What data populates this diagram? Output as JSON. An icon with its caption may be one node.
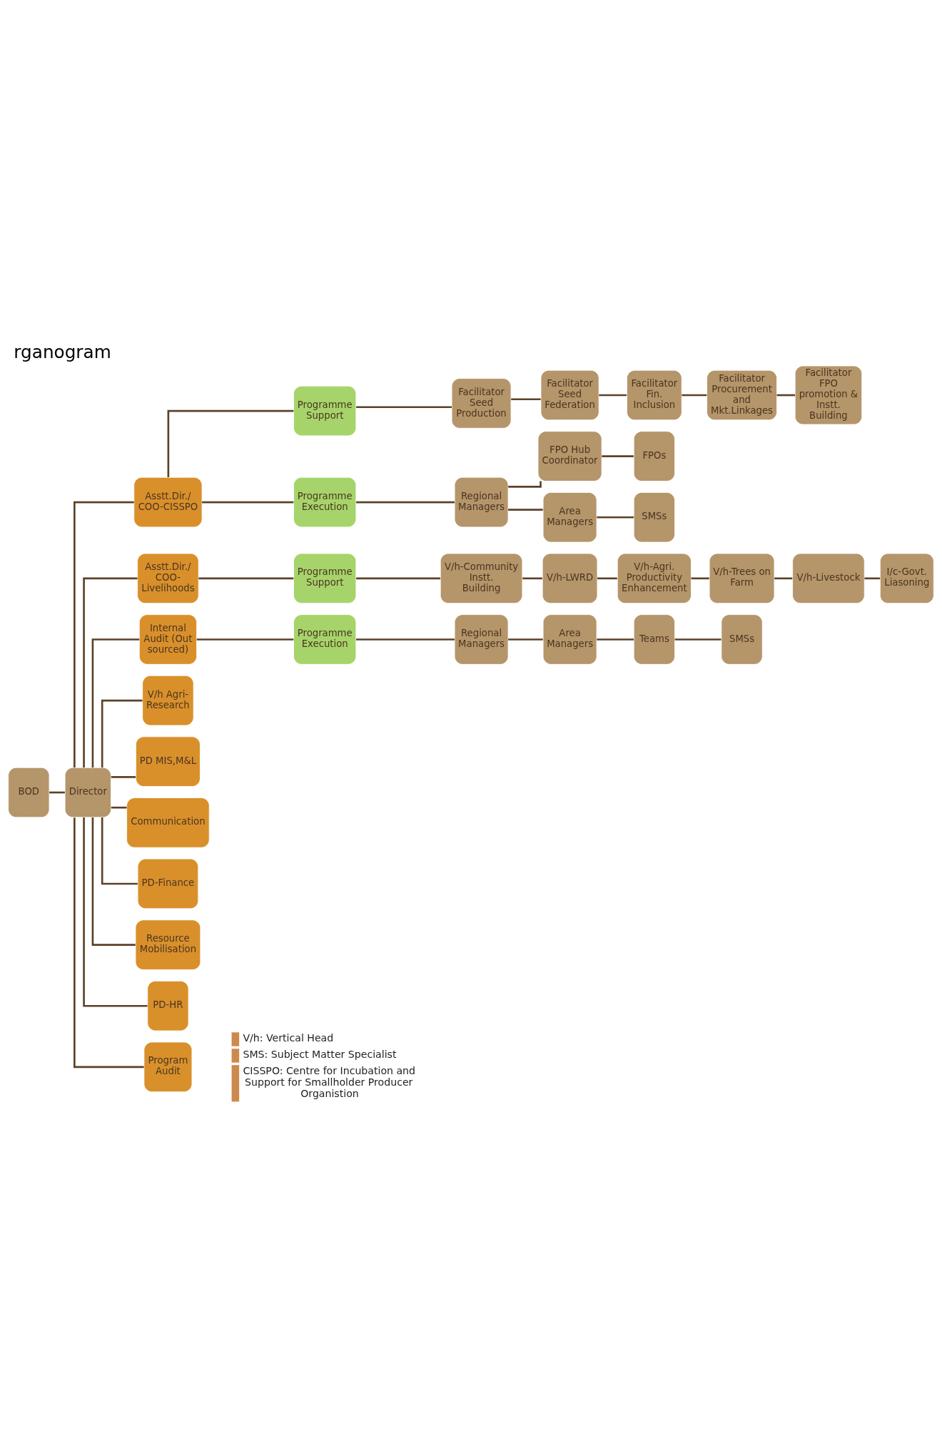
{
  "diagram": {
    "title": "rganogram",
    "nodes": [
      {
        "text": [
          "BOD"
        ]
      },
      {
        "text": [
          "Director"
        ]
      },
      {
        "text": [
          "Asstt.Dir./ COO-CISSPO"
        ]
      },
      {
        "text": [
          "Programme Support"
        ]
      },
      {
        "text": [
          "Facilitator Seed Production"
        ]
      },
      {
        "text": [
          "Facilitator Seed Federation"
        ]
      },
      {
        "text": [
          "Facilitator Fin. Inclusion"
        ]
      },
      {
        "text": [
          "Facilitator Procurement and Mkt.Linkages"
        ]
      },
      {
        "text": [
          "Facilitator FPO promotion & Instt. Building"
        ]
      },
      {
        "text": [
          "Programme Execution"
        ]
      },
      {
        "text": [
          "Regional Managers"
        ]
      },
      {
        "text": [
          "FPO Hub Coordinator"
        ]
      },
      {
        "text": [
          "FPOs"
        ]
      },
      {
        "text": [
          "Area Managers"
        ]
      },
      {
        "text": [
          "SMSs"
        ]
      },
      {
        "text": [
          "Asstt.Dir./ COO- Livelihoods"
        ]
      },
      {
        "text": [
          "Programme Support"
        ]
      },
      {
        "text": [
          "V/h-Community Instt. Building"
        ]
      },
      {
        "text": [
          "V/h-LWRD"
        ]
      },
      {
        "text": [
          "V/h-Agri. Productivity Enhancement"
        ]
      },
      {
        "text": [
          "V/h-Trees on Farm"
        ]
      },
      {
        "text": [
          "V/h-Livestock"
        ]
      },
      {
        "text": [
          "I/c-Govt. Liasoning"
        ]
      },
      {
        "text": [
          "Internal Audit (Out sourced)"
        ]
      },
      {
        "text": [
          "Programme Execution"
        ]
      },
      {
        "text": [
          "Regional Managers"
        ]
      },
      {
        "text": [
          "Area Managers"
        ]
      },
      {
        "text": [
          "Teams"
        ]
      },
      {
        "text": [
          "SMSs"
        ]
      },
      {
        "text": [
          "V/h Agri-Research"
        ]
      },
      {
        "text": [
          "PD MIS,M&L"
        ]
      },
      {
        "text": [
          "Communication"
        ]
      },
      {
        "text": [
          "PD-Finance"
        ]
      },
      {
        "text": [
          "Resource Mobilisation"
        ]
      },
      {
        "text": [
          "PD-HR"
        ]
      },
      {
        "text": [
          "Program Audit"
        ]
      }
    ],
    "edges": [
      {
        "from": 0,
        "to": 1,
        "arrow": "none"
      },
      {
        "from": 1,
        "to": 2,
        "arrow": "none"
      },
      {
        "from": 2,
        "to": 3,
        "arrow": "none"
      },
      {
        "from": 3,
        "to": 4,
        "arrow": "none"
      },
      {
        "from": 4,
        "to": 5,
        "arrow": "none"
      },
      {
        "from": 5,
        "to": 6,
        "arrow": "none"
      },
      {
        "from": 6,
        "to": 7,
        "arrow": "none"
      },
      {
        "from": 7,
        "to": 8,
        "arrow": "none"
      },
      {
        "from": 2,
        "to": 9,
        "arrow": "none"
      },
      {
        "from": 9,
        "to": 10,
        "arrow": "none"
      },
      {
        "from": 10,
        "to": 11,
        "arrow": "none"
      },
      {
        "from": 11,
        "to": 12,
        "arrow": "none"
      },
      {
        "from": 10,
        "to": 13,
        "arrow": "none"
      },
      {
        "from": 13,
        "to": 14,
        "arrow": "none"
      },
      {
        "from": 1,
        "to": 15,
        "arrow": "none"
      },
      {
        "from": 15,
        "to": 16,
        "arrow": "none"
      },
      {
        "from": 16,
        "to": 17,
        "arrow": "none"
      },
      {
        "from": 17,
        "to": 18,
        "arrow": "none"
      },
      {
        "from": 18,
        "to": 19,
        "arrow": "none"
      },
      {
        "from": 19,
        "to": 20,
        "arrow": "none"
      },
      {
        "from": 20,
        "to": 21,
        "arrow": "none"
      },
      {
        "from": 21,
        "to": 22,
        "arrow": "none"
      },
      {
        "from": 1,
        "to": 23,
        "arrow": "none"
      },
      {
        "from": 23,
        "to": 24,
        "arrow": "none"
      },
      {
        "from": 24,
        "to": 25,
        "arrow": "none"
      },
      {
        "from": 25,
        "to": 26,
        "arrow": "none"
      },
      {
        "from": 26,
        "to": 27,
        "arrow": "none"
      },
      {
        "from": 27,
        "to": 28,
        "arrow": "none"
      },
      {
        "from": 1,
        "to": 29,
        "arrow": "none"
      },
      {
        "from": 1,
        "to": 30,
        "arrow": "none"
      },
      {
        "from": 1,
        "to": 31,
        "arrow": "none"
      },
      {
        "from": 1,
        "to": 32,
        "arrow": "none"
      },
      {
        "from": 1,
        "to": 33,
        "arrow": "none"
      },
      {
        "from": 1,
        "to": 34,
        "arrow": "none"
      },
      {
        "from": 1,
        "to": 35,
        "arrow": "none"
      }
    ],
    "legend": [
      {
        "text": "V/h: Vertical Head",
        "color": "#cd8a4e"
      },
      {
        "text": "SMS: Subject Matter Specialist",
        "color": "#cd8a4e"
      },
      {
        "text": "CISSPO: Centre for Incubation and Support for Smallholder Producer Organistion",
        "color": "#cd8a4e"
      }
    ]
  }
}
